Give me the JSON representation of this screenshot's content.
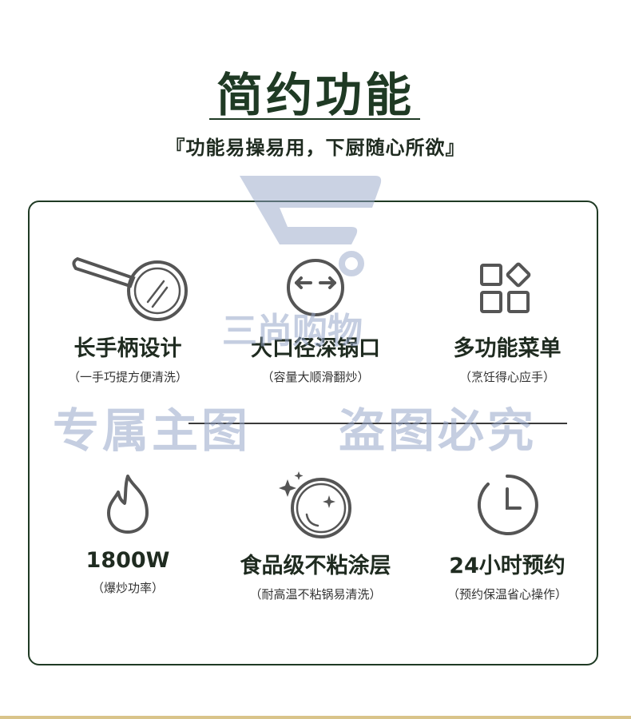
{
  "header": {
    "title": "简约功能",
    "subtitle": "『功能易操易用，下厨随心所欲』"
  },
  "features": [
    {
      "name": "长手柄设计",
      "desc": "（一手巧提方便清洗）",
      "icon": "long-handle-pan-icon"
    },
    {
      "name": "大口径深锅口",
      "desc": "（容量大顺滑翻炒）",
      "icon": "wide-mouth-arrows-icon"
    },
    {
      "name": "多功能菜单",
      "desc": "（烹饪得心应手）",
      "icon": "menu-grid-icon"
    },
    {
      "name": "1800W",
      "desc": "（爆炒功率）",
      "icon": "flame-icon"
    },
    {
      "name": "食品级不粘涂层",
      "desc": "（耐高温不粘锅易清洗）",
      "icon": "sparkle-pan-icon"
    },
    {
      "name": "24小时预约",
      "desc": "（预约保温省心操作）",
      "icon": "clock-icon"
    }
  ],
  "watermarks": {
    "brand": "三尚购物",
    "left": "专属主图",
    "right": "盗图必究"
  },
  "colors": {
    "primary": "#1f3a24",
    "text": "#1f2b20",
    "icon": "#555555",
    "watermark": "#96a5c8",
    "accent_bar": "#d9c48a"
  }
}
